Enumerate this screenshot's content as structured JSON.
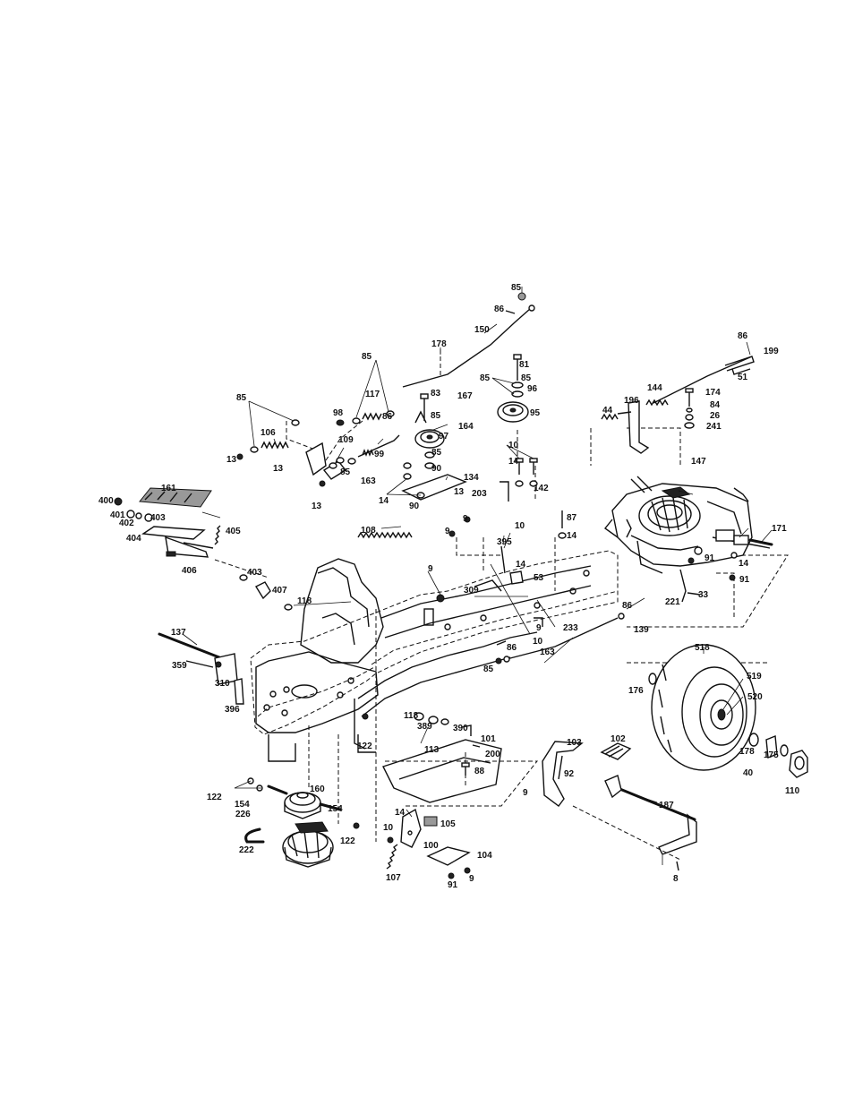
{
  "callouts": [
    {
      "id": "c1",
      "label": "85"
    },
    {
      "id": "c2",
      "label": "86"
    },
    {
      "id": "c3",
      "label": "150"
    },
    {
      "id": "c4",
      "label": "178"
    },
    {
      "id": "c5",
      "label": "85"
    },
    {
      "id": "c6",
      "label": "81"
    },
    {
      "id": "c7",
      "label": "85"
    },
    {
      "id": "c8",
      "label": "96"
    },
    {
      "id": "c9",
      "label": "83"
    },
    {
      "id": "c10",
      "label": "167"
    },
    {
      "id": "c11",
      "label": "85"
    },
    {
      "id": "c12",
      "label": "164"
    },
    {
      "id": "c13",
      "label": "95"
    },
    {
      "id": "c14",
      "label": "97"
    },
    {
      "id": "c15",
      "label": "85"
    },
    {
      "id": "c16",
      "label": "90"
    },
    {
      "id": "c17",
      "label": "134"
    },
    {
      "id": "c18",
      "label": "13"
    },
    {
      "id": "c19",
      "label": "90"
    },
    {
      "id": "c20",
      "label": "10"
    },
    {
      "id": "c21",
      "label": "14"
    },
    {
      "id": "c22",
      "label": "203"
    },
    {
      "id": "c23",
      "label": "142"
    },
    {
      "id": "c24",
      "label": "85"
    },
    {
      "id": "c25",
      "label": "117"
    },
    {
      "id": "c26",
      "label": "98"
    },
    {
      "id": "c27",
      "label": "86"
    },
    {
      "id": "c28",
      "label": "85"
    },
    {
      "id": "c29",
      "label": "106"
    },
    {
      "id": "c30",
      "label": "13"
    },
    {
      "id": "c31",
      "label": "13"
    },
    {
      "id": "c32",
      "label": "109"
    },
    {
      "id": "c33",
      "label": "99"
    },
    {
      "id": "c34",
      "label": "163"
    },
    {
      "id": "c35",
      "label": "85"
    },
    {
      "id": "c36",
      "label": "13"
    },
    {
      "id": "c37",
      "label": "14"
    },
    {
      "id": "c38",
      "label": "86"
    },
    {
      "id": "c39",
      "label": "199"
    },
    {
      "id": "c40",
      "label": "51"
    },
    {
      "id": "c41",
      "label": "144"
    },
    {
      "id": "c42",
      "label": "174"
    },
    {
      "id": "c43",
      "label": "84"
    },
    {
      "id": "c44",
      "label": "26"
    },
    {
      "id": "c45",
      "label": "241"
    },
    {
      "id": "c46",
      "label": "196"
    },
    {
      "id": "c47",
      "label": "44"
    },
    {
      "id": "c48",
      "label": "147"
    },
    {
      "id": "c49",
      "label": "171"
    },
    {
      "id": "c50",
      "label": "14"
    },
    {
      "id": "c51",
      "label": "91"
    },
    {
      "id": "c52",
      "label": "91"
    },
    {
      "id": "c53",
      "label": "221"
    },
    {
      "id": "c54",
      "label": "33"
    },
    {
      "id": "c55",
      "label": "161"
    },
    {
      "id": "c56",
      "label": "400"
    },
    {
      "id": "c57",
      "label": "401"
    },
    {
      "id": "c58",
      "label": "402"
    },
    {
      "id": "c59",
      "label": "403"
    },
    {
      "id": "c60",
      "label": "404"
    },
    {
      "id": "c61",
      "label": "405"
    },
    {
      "id": "c62",
      "label": "406"
    },
    {
      "id": "c63",
      "label": "108"
    },
    {
      "id": "c64",
      "label": "9"
    },
    {
      "id": "c65",
      "label": "9"
    },
    {
      "id": "c66",
      "label": "395"
    },
    {
      "id": "c67",
      "label": "10"
    },
    {
      "id": "c68",
      "label": "87"
    },
    {
      "id": "c69",
      "label": "14"
    },
    {
      "id": "c70",
      "label": "14"
    },
    {
      "id": "c71",
      "label": "53"
    },
    {
      "id": "c72",
      "label": "403"
    },
    {
      "id": "c73",
      "label": "407"
    },
    {
      "id": "c74",
      "label": "118"
    },
    {
      "id": "c75",
      "label": "9"
    },
    {
      "id": "c76",
      "label": "309"
    },
    {
      "id": "c77",
      "label": "9"
    },
    {
      "id": "c78",
      "label": "233"
    },
    {
      "id": "c79",
      "label": "86"
    },
    {
      "id": "c80",
      "label": "139"
    },
    {
      "id": "c81",
      "label": "10"
    },
    {
      "id": "c82",
      "label": "86"
    },
    {
      "id": "c83",
      "label": "163"
    },
    {
      "id": "c84",
      "label": "85"
    },
    {
      "id": "c85",
      "label": "137"
    },
    {
      "id": "c86",
      "label": "359"
    },
    {
      "id": "c87",
      "label": "310"
    },
    {
      "id": "c88",
      "label": "396"
    },
    {
      "id": "c89",
      "label": "518"
    },
    {
      "id": "c90",
      "label": "176"
    },
    {
      "id": "c91",
      "label": "519"
    },
    {
      "id": "c92",
      "label": "520"
    },
    {
      "id": "c93",
      "label": "118"
    },
    {
      "id": "c94",
      "label": "389"
    },
    {
      "id": "c95",
      "label": "390"
    },
    {
      "id": "c96",
      "label": "101"
    },
    {
      "id": "c97",
      "label": "200"
    },
    {
      "id": "c98",
      "label": "113"
    },
    {
      "id": "c99",
      "label": "122"
    },
    {
      "id": "c100",
      "label": "103"
    },
    {
      "id": "c101",
      "label": "102"
    },
    {
      "id": "c102",
      "label": "92"
    },
    {
      "id": "c103",
      "label": "88"
    },
    {
      "id": "c104",
      "label": "9"
    },
    {
      "id": "c105",
      "label": "178"
    },
    {
      "id": "c106",
      "label": "175"
    },
    {
      "id": "c107",
      "label": "40"
    },
    {
      "id": "c108",
      "label": "110"
    },
    {
      "id": "c109",
      "label": "122"
    },
    {
      "id": "c110",
      "label": "154"
    },
    {
      "id": "c111",
      "label": "226"
    },
    {
      "id": "c112",
      "label": "160"
    },
    {
      "id": "c113",
      "label": "154"
    },
    {
      "id": "c114",
      "label": "222"
    },
    {
      "id": "c115",
      "label": "122"
    },
    {
      "id": "c116",
      "label": "14"
    },
    {
      "id": "c117",
      "label": "105"
    },
    {
      "id": "c118",
      "label": "10"
    },
    {
      "id": "c119",
      "label": "100"
    },
    {
      "id": "c120",
      "label": "104"
    },
    {
      "id": "c121",
      "label": "187"
    },
    {
      "id": "c122",
      "label": "107"
    },
    {
      "id": "c123",
      "label": "91"
    },
    {
      "id": "c124",
      "label": "9"
    },
    {
      "id": "c125",
      "label": "8"
    }
  ]
}
